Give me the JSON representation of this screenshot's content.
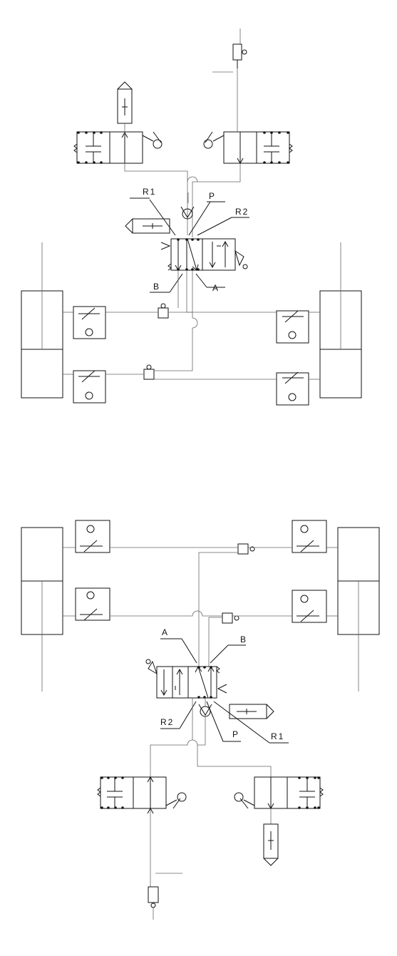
{
  "labels": {
    "top": {
      "r1": "R1",
      "p": "P",
      "r2": "R2",
      "b": "B",
      "a": "A"
    },
    "bottom": {
      "a": "A",
      "b": "B",
      "r2": "R2",
      "p": "P",
      "r1": "R1"
    }
  }
}
